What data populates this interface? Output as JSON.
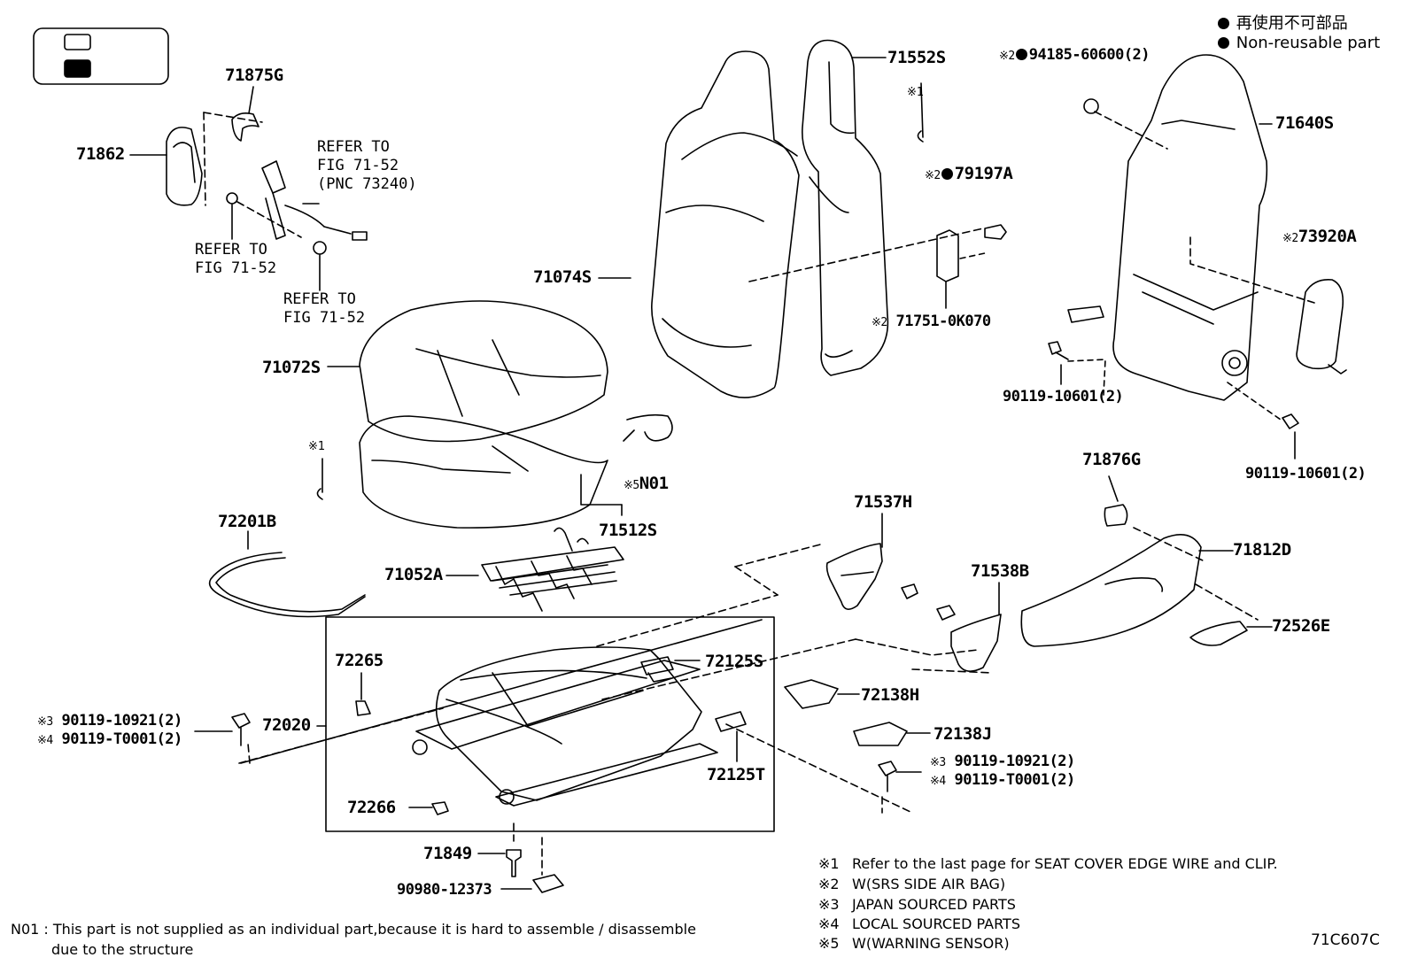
{
  "legend": {
    "symbol": "●",
    "jp": "再使用不可部品",
    "en": "Non-reusable part"
  },
  "callouts": {
    "p71875G": "71875G",
    "p71862": "71862",
    "refer1": "REFER TO",
    "refer1b": "FIG 71-52",
    "refer1c": "(PNC 73240)",
    "refer2": "REFER TO",
    "refer2b": "FIG 71-52",
    "refer3": "REFER TO",
    "refer3b": "FIG 71-52",
    "p71552S": "71552S",
    "p71074S": "71074S",
    "mark1a": "※1",
    "p79197A_mark": "※2",
    "p79197A": "79197A",
    "p71751_mark": "※2",
    "p71751": "71751-0K070",
    "p94185_mark": "※2",
    "p94185": "94185-60600(2)",
    "p71640S": "71640S",
    "p73920A_mark": "※2",
    "p73920A": "73920A",
    "p90119a": "90119-10601(2)",
    "p90119b": "90119-10601(2)",
    "p71072S": "71072S",
    "mark1b": "※1",
    "n01_mark": "※5",
    "n01": "N01",
    "p71512S": "71512S",
    "p72201B": "72201B",
    "p71052A": "71052A",
    "p71537H": "71537H",
    "p71876G": "71876G",
    "p71812D": "71812D",
    "p71538B": "71538B",
    "p72526E": "72526E",
    "p72265": "72265",
    "p72125S": "72125S",
    "p72138H": "72138H",
    "p72138J": "72138J",
    "b3_mark": "※3",
    "b3": "90119-10921(2)",
    "b4_mark": "※4",
    "b4": "90119-T0001(2)",
    "c3_mark": "※3",
    "c3": "90119-10921(2)",
    "c4_mark": "※4",
    "c4": "90119-T0001(2)",
    "p72020": "72020",
    "p72125T": "72125T",
    "p72266": "72266",
    "p71849": "71849",
    "p90980": "90980-12373"
  },
  "notes": [
    {
      "key": "※1",
      "text": "Refer to the last page for SEAT COVER EDGE WIRE and CLIP."
    },
    {
      "key": "※2",
      "text": "W(SRS SIDE AIR BAG)"
    },
    {
      "key": "※3",
      "text": "JAPAN SOURCED PARTS"
    },
    {
      "key": "※4",
      "text": "LOCAL SOURCED PARTS"
    },
    {
      "key": "※5",
      "text": "W(WARNING SENSOR)"
    }
  ],
  "footnote": {
    "key": "N01 :",
    "line1": "This part is not supplied as an individual part,because it is hard to assemble / disassemble",
    "line2": "due to the structure"
  },
  "figure_code": "71C607C"
}
